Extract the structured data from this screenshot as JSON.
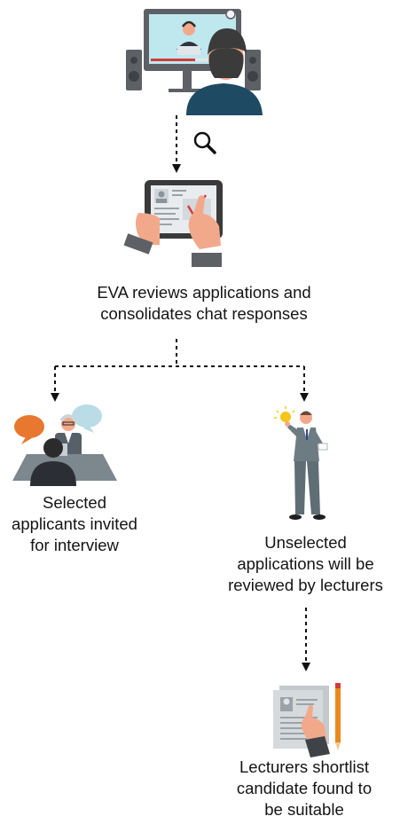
{
  "nodes": {
    "review": {
      "lines": [
        "EVA reviews applications and",
        "consolidates chat responses"
      ]
    },
    "selected": {
      "lines": [
        "Selected",
        "applicants invited",
        "for interview"
      ]
    },
    "unselected": {
      "lines": [
        "Unselected",
        "applications will be",
        "reviewed by lecturers"
      ]
    },
    "shortlist": {
      "lines": [
        "Lecturers shortlist",
        "candidate found to",
        "be suitable"
      ]
    }
  },
  "icons": {
    "video_call": "video-call-illustration",
    "search": "magnifier-icon",
    "tablet_review": "tablet-review-illustration",
    "interview": "interview-illustration",
    "lecturer": "lecturer-with-idea-illustration",
    "documents": "documents-with-pencil-illustration"
  },
  "colors": {
    "text": "#141414",
    "connector": "#111111",
    "monitor_frame": "#5d6166",
    "screen": "#bfe7ee",
    "suit_dark": "#1f4a63",
    "suit_grey": "#6d7c82",
    "skin": "#f2a98b",
    "speech_orange": "#e8782f",
    "speech_blue": "#b9dce6",
    "pencil": "#e88a1e"
  }
}
